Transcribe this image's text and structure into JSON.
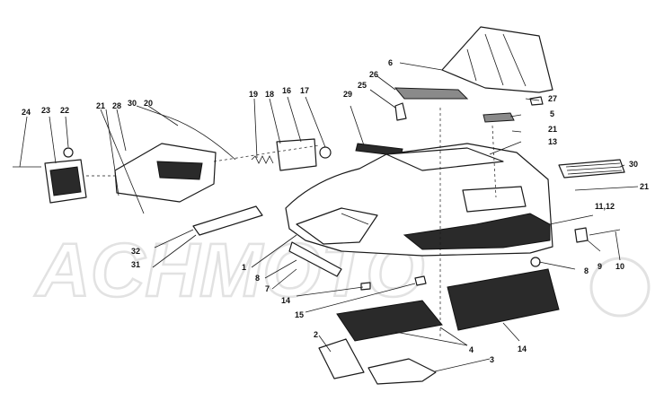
{
  "watermark_text": "ACHMOTO",
  "callouts": {
    "c1": "1",
    "c2": "2",
    "c3": "3",
    "c4a": "4",
    "c5": "5",
    "c6": "6",
    "c7": "7",
    "c8a": "8",
    "c8b": "8",
    "c9": "9",
    "c10": "10",
    "c11_12": "11,12",
    "c13": "13",
    "c14a": "14",
    "c14b": "14",
    "c15": "15",
    "c16": "16",
    "c17": "17",
    "c18": "18",
    "c19": "19",
    "c20": "20",
    "c21a": "21",
    "c21b": "21",
    "c21c": "21",
    "c22": "22",
    "c23": "23",
    "c24": "24",
    "c25": "25",
    "c26": "26",
    "c27": "27",
    "c28": "28",
    "c29": "29",
    "c30a": "30",
    "c30b": "30",
    "c31": "31",
    "c32": "32"
  }
}
